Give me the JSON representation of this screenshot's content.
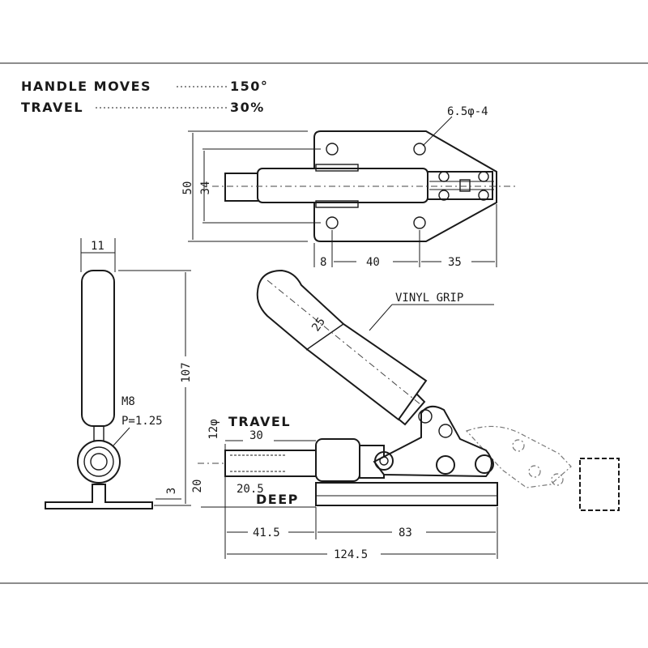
{
  "spec": {
    "handle_moves_label": "HANDLE MOVES",
    "handle_moves_value": "150°",
    "travel_label": "TRAVEL",
    "travel_value": "30%"
  },
  "top_view": {
    "hole_callout": "6.5φ-4",
    "dim_height_outer": "50",
    "dim_height_inner": "34",
    "dim_8": "8",
    "dim_40": "40",
    "dim_35": "35"
  },
  "side_view": {
    "dim_width": "11",
    "dim_height": "107",
    "thread_label": "M8",
    "pitch_label": "P=1.25",
    "dim_3": "3"
  },
  "front_view": {
    "vinyl_grip_label": "VINYL GRIP",
    "grip_dim": "25",
    "travel_label": "TRAVEL",
    "rod_dia": "12φ",
    "travel_value": "30",
    "dim_20": "20",
    "deep_dim": "20.5",
    "deep_label": "DEEP",
    "dim_41_5": "41.5",
    "dim_83": "83",
    "dim_124_5": "124.5"
  }
}
